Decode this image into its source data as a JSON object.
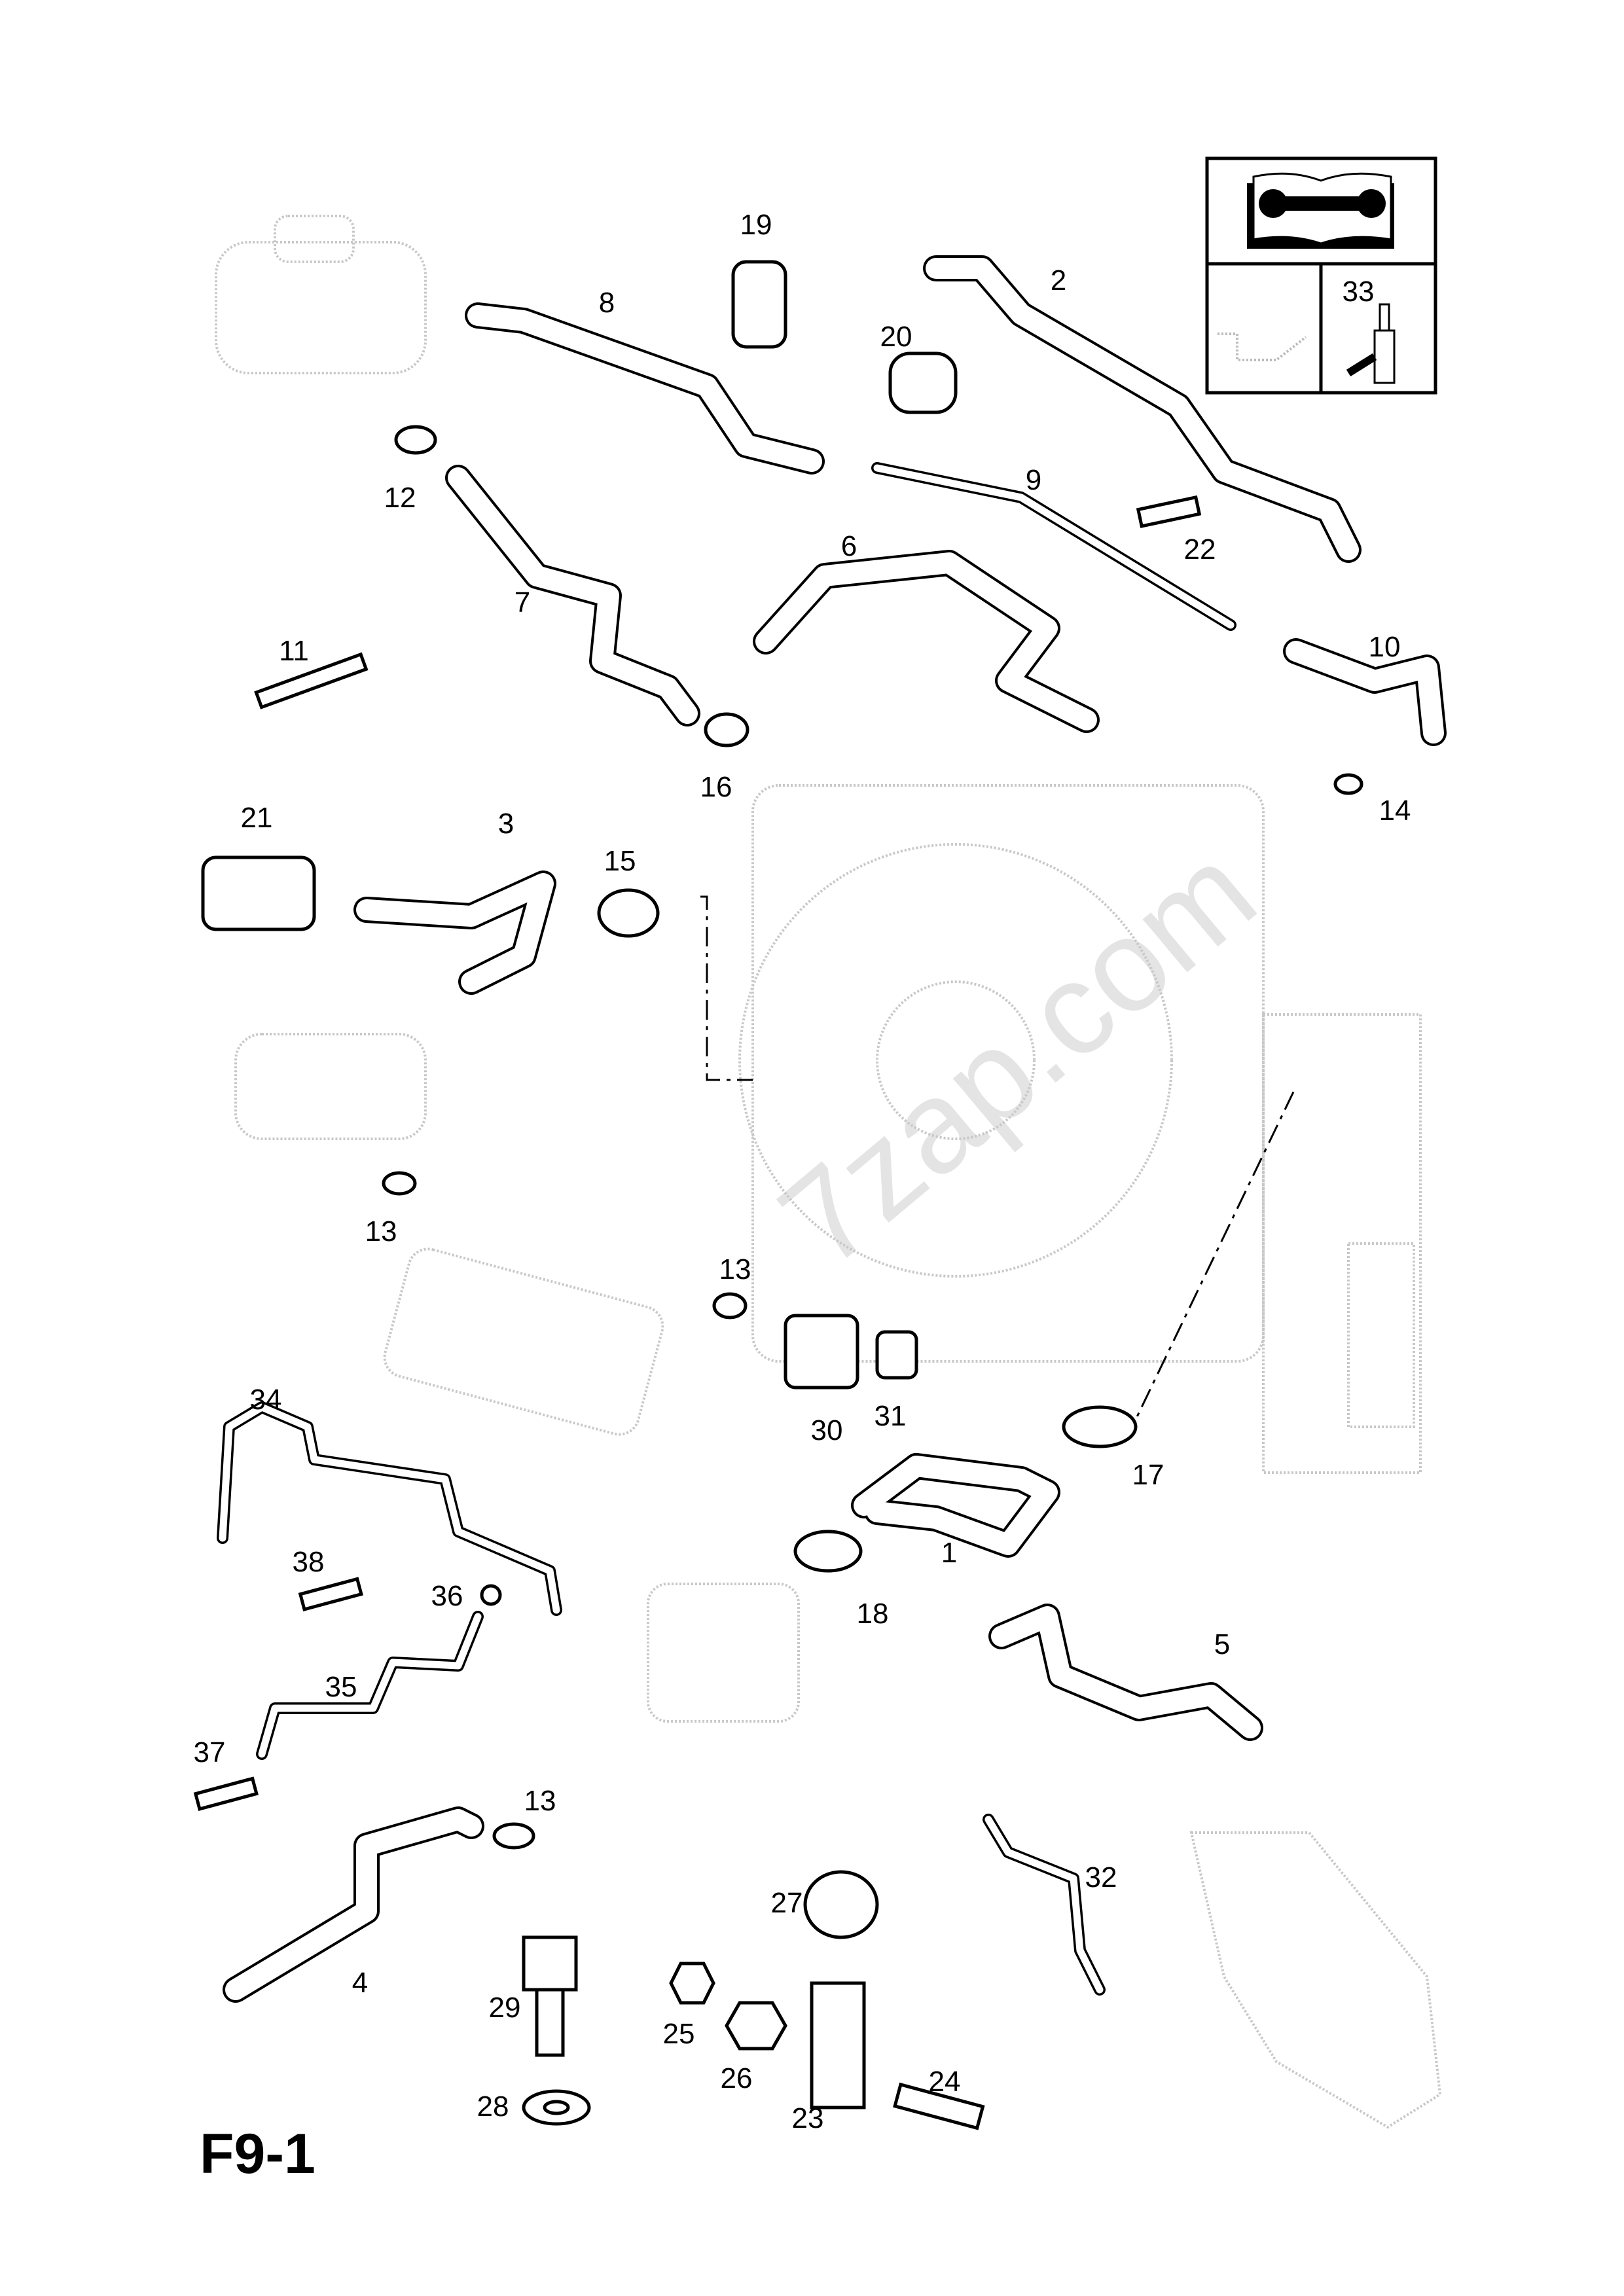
{
  "diagram": {
    "code": "F9-1",
    "watermark": "7zap.com",
    "legend_box": {
      "book_icon": "manual-wrench-icon",
      "lubricant_icon": "oil-can-icon",
      "sealant_label": "33",
      "sealant_icon": "sealant-bottle-icon"
    },
    "callouts": [
      "19",
      "2",
      "8",
      "20",
      "12",
      "9",
      "22",
      "6",
      "7",
      "11",
      "10",
      "16",
      "14",
      "21",
      "3",
      "15",
      "13",
      "13",
      "34",
      "30",
      "31",
      "17",
      "1",
      "38",
      "36",
      "18",
      "5",
      "35",
      "37",
      "13",
      "32",
      "27",
      "4",
      "29",
      "25",
      "26",
      "24",
      "28",
      "23"
    ]
  }
}
